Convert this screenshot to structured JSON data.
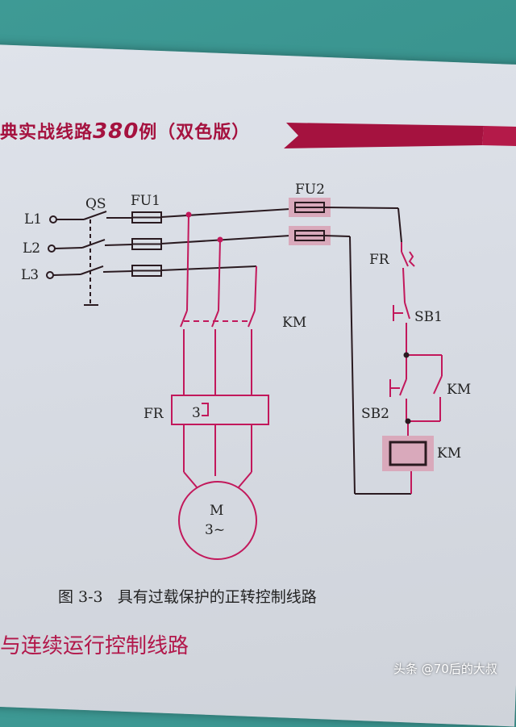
{
  "header": {
    "title_prefix": "典实战线路",
    "title_number": "380",
    "title_suffix": "例（双色版）"
  },
  "diagram": {
    "phase_labels": [
      "L1",
      "L2",
      "L3"
    ],
    "switch_label": "QS",
    "fuse1_label": "FU1",
    "fuse2_label": "FU2",
    "contactor_main_label": "KM",
    "overload_label": "FR",
    "overload_heater_count": "3",
    "motor_label": "M",
    "motor_type": "3~",
    "fr_contact_label": "FR",
    "stop_button_label": "SB1",
    "start_button_label": "SB2",
    "holding_contact_label": "KM",
    "coil_label": "KM"
  },
  "caption": {
    "figure_number": "图 3-3",
    "figure_title": "具有过载保护的正转控制线路"
  },
  "section": {
    "title": "与连续运行控制线路"
  },
  "watermark": {
    "text": "头条 @70后的大叔"
  },
  "colors": {
    "page": "#dadee5",
    "circuit_pink": "#c2185b",
    "wire_dark": "#2a1a20",
    "highlight": "#d9a9bb",
    "banner": "#a5123f"
  }
}
